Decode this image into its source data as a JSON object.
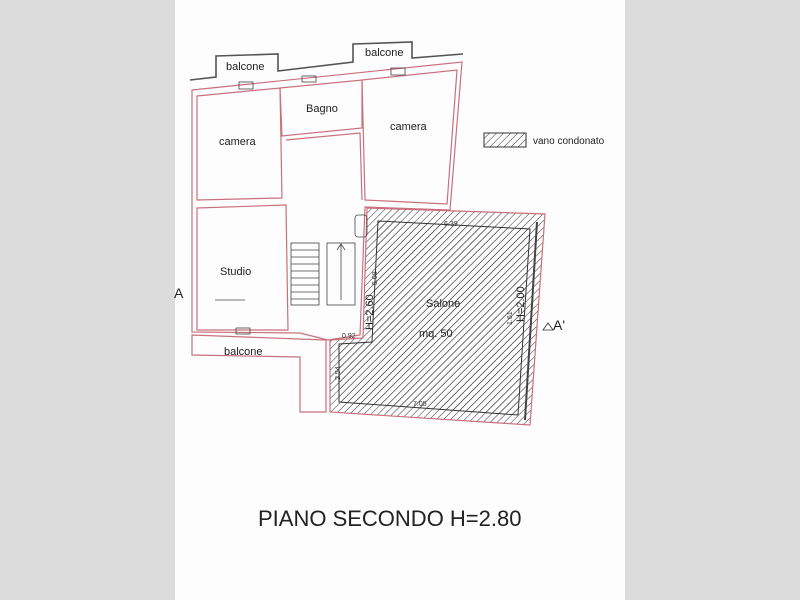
{
  "plan": {
    "title": "PIANO SECONDO H=2.80",
    "rooms": {
      "balcone_top_left": "balcone",
      "balcone_top_right": "balcone",
      "balcone_bottom": "balcone",
      "bagno": "Bagno",
      "camera_left": "camera",
      "camera_right": "camera",
      "studio": "Studio",
      "salone": "Salone",
      "salone_area": "mq. 50"
    },
    "dimensions": {
      "top": "6.39",
      "left_inner": "5.09",
      "height_left": "H=2.60",
      "step_width": "0.92",
      "step_depth": "2.54",
      "bottom": "7.05",
      "right_inner": "1.61",
      "height_right": "H=2.00"
    },
    "section_markers": {
      "left": "A",
      "right": "A'"
    },
    "legend": {
      "label": "vano condonato"
    }
  },
  "colors": {
    "background": "#dcdcdc",
    "sheet": "#fdfdfd",
    "wall": "#c9707e",
    "hatch": "#333333"
  }
}
